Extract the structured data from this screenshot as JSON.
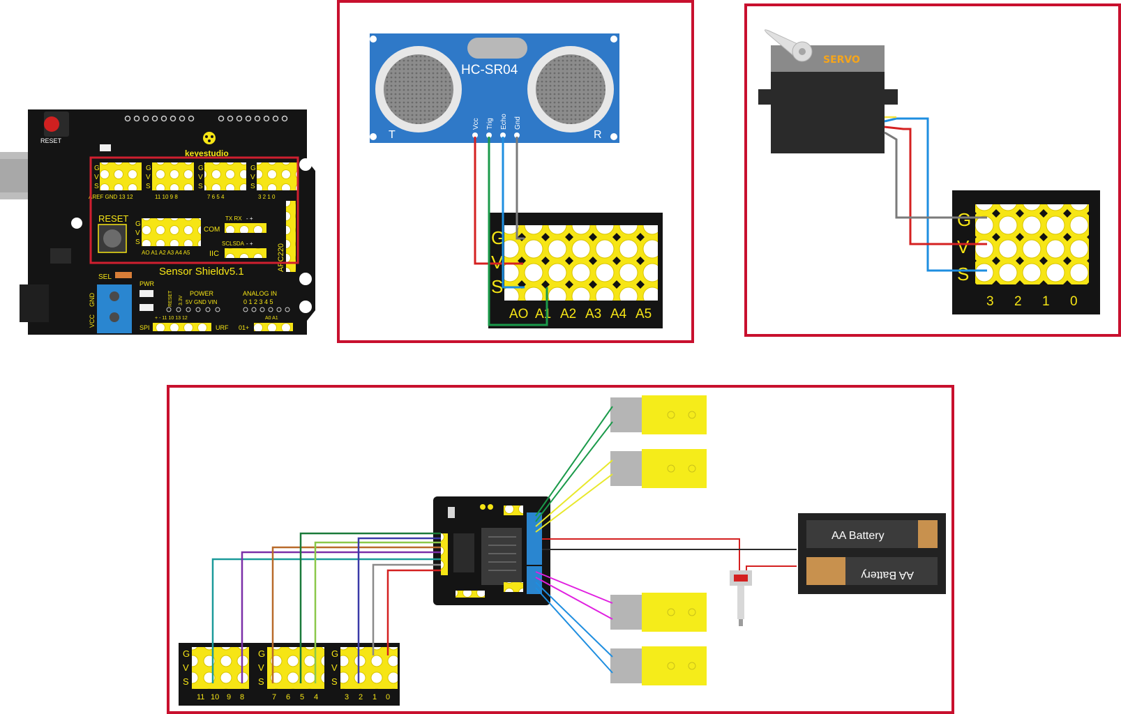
{
  "colors": {
    "frame": "#c8102e",
    "board_black": "#141414",
    "pin_yellow": "#f6e515",
    "sensor_blue": "#2f79c8",
    "terminal_blue": "#2a86d0",
    "motor_yellow": "#f5ec1a",
    "battery_gold": "#c8914e",
    "wire_red": "#d42020",
    "wire_green": "#1a9a4a",
    "wire_blue": "#1e8ee0",
    "wire_grey": "#7a7a7a"
  },
  "shield": {
    "reset_top": "RESET",
    "brand": "keyestudio",
    "reset_button": "RESET",
    "title": "Sensor Shieldv5.1",
    "digital_labels": [
      "AREF GND 13 12",
      "11 10 9 8",
      "7 6 5 4",
      "3 2 1 0"
    ],
    "gvs": [
      "G",
      "V",
      "S"
    ],
    "analog_labels": "AO A1 A2 A3 A4 A5",
    "com": "COM",
    "txrx": "TX RX",
    "iic": "IIC",
    "sclsda": "SCLSDA",
    "apc": "APC220",
    "sel": "SEL",
    "pwr": "PWR",
    "power": "POWER",
    "power_pins": "5V GND VIN",
    "v33": "3.3V",
    "reset_small": "RESET",
    "analog_in": "ANALOG   IN",
    "analog_nums": "0 1 2 3 4 5",
    "spi": "SPI",
    "urf": "URF",
    "urf_nums": "01+",
    "spi_nums": "+  -  11 10 13 12",
    "a0a1": "A0 A1",
    "gnd": "GND",
    "vcc": "VCC"
  },
  "ultrasonic": {
    "model": "HC-SR04",
    "t": "T",
    "r": "R",
    "pins": [
      "Vcc",
      "Trig",
      "Echo",
      "Gnd"
    ],
    "gvs": [
      "G",
      "V",
      "S"
    ],
    "analog_labels": [
      "AO",
      "A1",
      "A2",
      "A3",
      "A4",
      "A5"
    ]
  },
  "servo": {
    "label": "SERVO",
    "gvs": [
      "G",
      "V",
      "S"
    ],
    "pin_labels": [
      "3",
      "2",
      "1",
      "0"
    ]
  },
  "drive": {
    "battery_top": "AA Battery",
    "battery_bottom": "AA Battery",
    "gvs": [
      "G",
      "V",
      "S"
    ],
    "header_groups": [
      [
        "11",
        "10",
        "9",
        "8"
      ],
      [
        "7",
        "6",
        "5",
        "4"
      ],
      [
        "3",
        "2",
        "1",
        "0"
      ]
    ]
  }
}
